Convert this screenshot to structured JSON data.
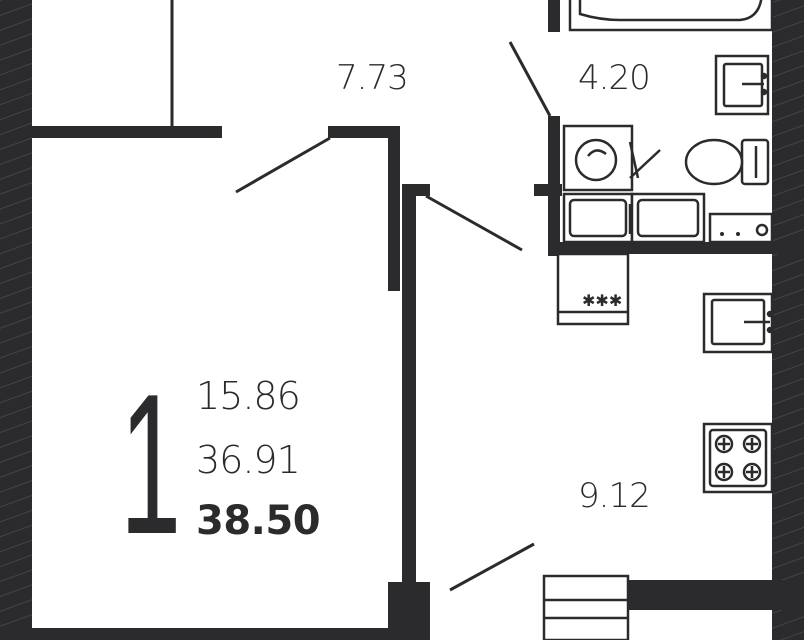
{
  "plan": {
    "room_count": "1",
    "living_area": "15.86",
    "kitchen_area": "36.91",
    "total_area": "38.50",
    "rooms": [
      {
        "id": "hallway",
        "area": "7.73"
      },
      {
        "id": "bathroom",
        "area": "4.20"
      },
      {
        "id": "kitchen",
        "area": "9.12"
      }
    ],
    "colors": {
      "wall": "#2b2b2d",
      "line": "#2b2b2d",
      "fixture_fill": "#ffffff"
    }
  }
}
